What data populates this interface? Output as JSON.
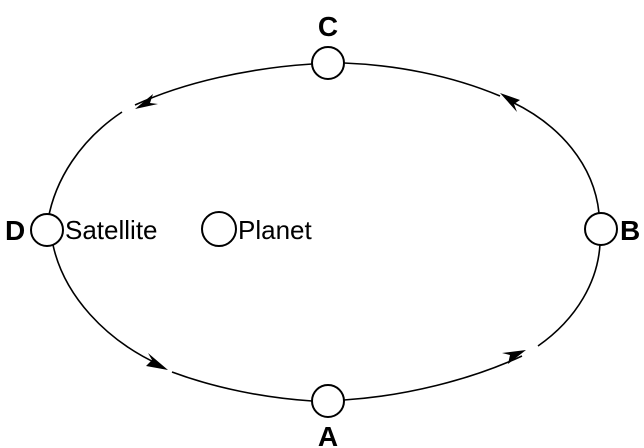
{
  "orbit": {
    "point_labels": {
      "a": "A",
      "b": "B",
      "c": "C",
      "d": "D"
    },
    "satellite_label": "Satellite",
    "planet_label": "Planet",
    "direction": "counterclockwise",
    "colors": {
      "stroke": "#000000",
      "background": "#ffffff"
    }
  }
}
